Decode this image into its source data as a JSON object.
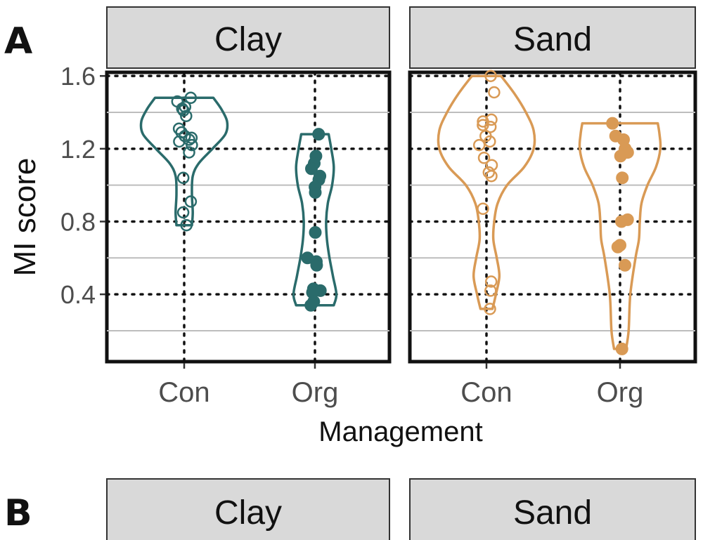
{
  "figure": {
    "tag_a": "A",
    "tag_b": "B"
  },
  "chart_data": {
    "type": "violin",
    "ylabel": "MI score",
    "xlabel": "Management",
    "ylim": [
      0.03,
      1.62
    ],
    "y_ticks": [
      0.4,
      0.8,
      1.2,
      1.6
    ],
    "y_tick_labels": [
      "0.4",
      "0.8",
      "1.2",
      "1.6"
    ],
    "y_minor_gridlines": [
      0.2,
      0.6,
      1.0,
      1.4
    ],
    "grid": "dotted major, solid minor horizontal; dotted vertical",
    "categories": [
      "Con",
      "Org"
    ],
    "colors": {
      "Clay": "#2a6b6b",
      "Sand": "#d99a55"
    },
    "facets": [
      {
        "name": "Clay",
        "groups": [
          {
            "category": "Con",
            "filled": false,
            "violin": [
              [
                0.78,
                0.09
              ],
              [
                0.85,
                0.1
              ],
              [
                0.95,
                0.09
              ],
              [
                1.05,
                0.1
              ],
              [
                1.12,
                0.17
              ],
              [
                1.2,
                0.33
              ],
              [
                1.28,
                0.48
              ],
              [
                1.35,
                0.5
              ],
              [
                1.42,
                0.43
              ],
              [
                1.48,
                0.34
              ]
            ],
            "points": [
              1.48,
              1.46,
              1.43,
              1.42,
              1.41,
              1.38,
              1.31,
              1.29,
              1.27,
              1.26,
              1.25,
              1.24,
              1.22,
              1.18,
              1.04,
              0.91,
              0.85,
              0.78
            ]
          },
          {
            "category": "Org",
            "filled": true,
            "violin": [
              [
                0.34,
                0.22
              ],
              [
                0.4,
                0.25
              ],
              [
                0.5,
                0.21
              ],
              [
                0.6,
                0.17
              ],
              [
                0.7,
                0.14
              ],
              [
                0.8,
                0.13
              ],
              [
                0.9,
                0.15
              ],
              [
                1.0,
                0.2
              ],
              [
                1.1,
                0.22
              ],
              [
                1.2,
                0.19
              ],
              [
                1.28,
                0.16
              ]
            ],
            "points": [
              1.28,
              1.16,
              1.12,
              1.09,
              1.05,
              1.03,
              0.99,
              0.96,
              0.74,
              0.6,
              0.58,
              0.56,
              0.43,
              0.42,
              0.41,
              0.36,
              0.34
            ]
          }
        ]
      },
      {
        "name": "Sand",
        "groups": [
          {
            "category": "Con",
            "filled": false,
            "violin": [
              [
                0.32,
                0.07
              ],
              [
                0.4,
                0.11
              ],
              [
                0.5,
                0.15
              ],
              [
                0.6,
                0.12
              ],
              [
                0.7,
                0.08
              ],
              [
                0.8,
                0.09
              ],
              [
                0.9,
                0.13
              ],
              [
                1.0,
                0.24
              ],
              [
                1.1,
                0.44
              ],
              [
                1.2,
                0.55
              ],
              [
                1.3,
                0.55
              ],
              [
                1.4,
                0.46
              ],
              [
                1.5,
                0.33
              ],
              [
                1.6,
                0.17
              ]
            ],
            "points": [
              1.6,
              1.51,
              1.36,
              1.35,
              1.33,
              1.32,
              1.27,
              1.24,
              1.22,
              1.15,
              1.11,
              1.07,
              1.05,
              0.87,
              0.47,
              0.42,
              0.32
            ]
          },
          {
            "category": "Org",
            "filled": true,
            "violin": [
              [
                0.1,
                0.07
              ],
              [
                0.2,
                0.1
              ],
              [
                0.4,
                0.12
              ],
              [
                0.6,
                0.18
              ],
              [
                0.7,
                0.22
              ],
              [
                0.8,
                0.23
              ],
              [
                0.9,
                0.25
              ],
              [
                1.0,
                0.32
              ],
              [
                1.1,
                0.42
              ],
              [
                1.2,
                0.47
              ],
              [
                1.28,
                0.46
              ],
              [
                1.34,
                0.44
              ]
            ],
            "points": [
              1.34,
              1.27,
              1.25,
              1.2,
              1.18,
              1.16,
              1.04,
              0.81,
              0.8,
              0.67,
              0.66,
              0.56,
              0.1
            ]
          }
        ]
      }
    ]
  }
}
